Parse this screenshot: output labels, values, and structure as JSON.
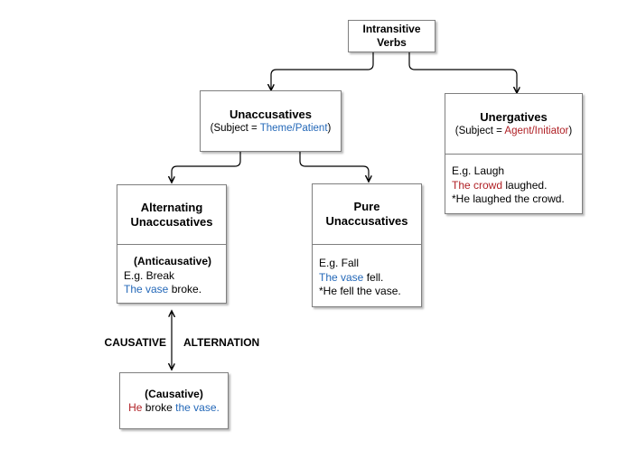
{
  "diagram": {
    "description": "Tree diagram classifying intransitive verbs",
    "colors": {
      "highlight_blue": "#2468b8",
      "highlight_red": "#b02025",
      "box_border": "#7f7f7f",
      "line_color": "#000000"
    },
    "root": {
      "title_line1": "Intransitive",
      "title_line2": "Verbs"
    },
    "unaccusatives": {
      "title": "Unaccusatives",
      "subtitle_prefix": "(Subject = ",
      "subtitle_highlight": "Theme/Patient",
      "subtitle_suffix": ")"
    },
    "unergatives": {
      "title": "Unergatives",
      "subtitle_prefix": "(Subject = ",
      "subtitle_highlight": "Agent/Initiator",
      "subtitle_suffix": ")",
      "example_intro": "E.g. Laugh",
      "ex1_highlight": "The crowd",
      "ex1_rest": " laughed.",
      "ex2": "*He laughed the crowd."
    },
    "alternating": {
      "title_line1": "Alternating",
      "title_line2": "Unaccusatives",
      "label": "(Anticausative)",
      "example_intro": "E.g. Break",
      "ex1_highlight": "The vase",
      "ex1_rest": " broke."
    },
    "pure": {
      "title_line1": "Pure",
      "title_line2": "Unaccusatives",
      "example_intro": "E.g. Fall",
      "ex1_highlight": "The vase",
      "ex1_rest": " fell.",
      "ex2": "*He fell the vase."
    },
    "causative": {
      "label": "(Causative)",
      "ex_part1": "He",
      "ex_part2": " broke ",
      "ex_part3": "the vase."
    },
    "alternation_label": {
      "left": "CAUSATIVE",
      "right": "ALTERNATION"
    }
  }
}
